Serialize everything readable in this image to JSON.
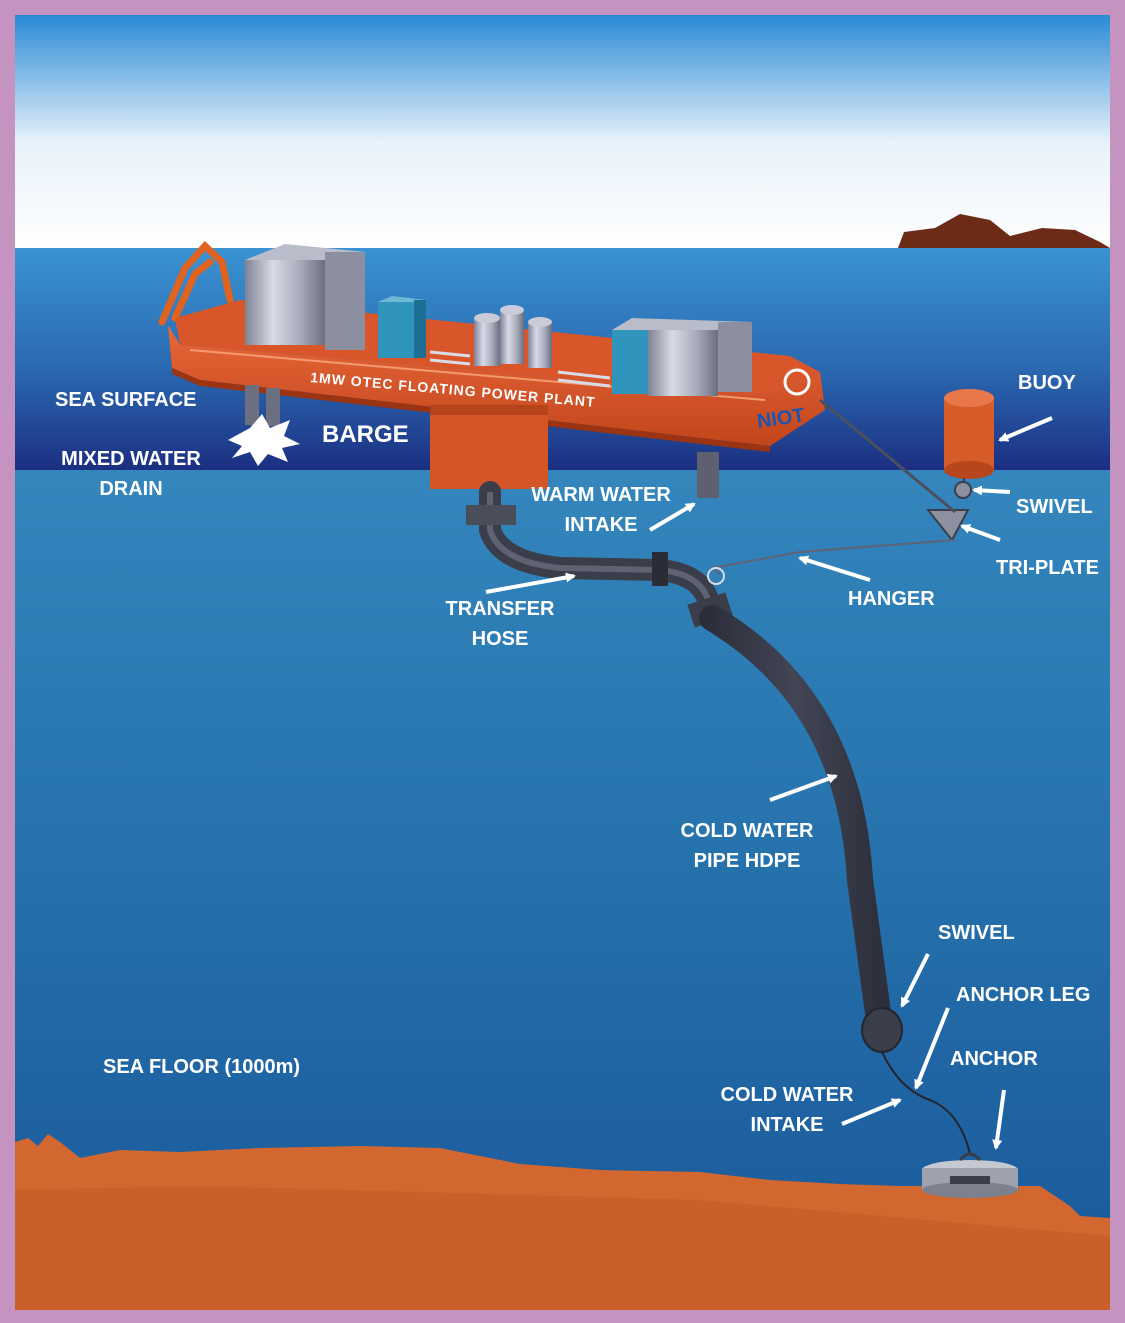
{
  "diagram": {
    "labels": {
      "sea_surface": "SEA SURFACE",
      "mixed_water_drain": [
        "MIXED WATER",
        "DRAIN"
      ],
      "barge": "BARGE",
      "buoy": "BUOY",
      "swivel_top": "SWIVEL",
      "tri_plate": "TRI-PLATE",
      "warm_water_intake": [
        "WARM WATER",
        "INTAKE"
      ],
      "transfer_hose": [
        "TRANSFER",
        "HOSE"
      ],
      "hanger": "HANGER",
      "cold_water_pipe": [
        "COLD WATER",
        "PIPE HDPE"
      ],
      "swivel_bottom": "SWIVEL",
      "anchor_leg": "ANCHOR LEG",
      "anchor": "ANCHOR",
      "cold_water_intake": [
        "COLD WATER",
        "INTAKE"
      ],
      "sea_floor": "SEA FLOOR (1000m)"
    },
    "barge_markings": {
      "hull_text": "1MW OTEC FLOATING POWER PLANT",
      "brand": "NIOT"
    },
    "colors": {
      "frame": "#c493bf",
      "sky_top": "#2a8ad6",
      "sky_bottom": "#ffffff",
      "surface_layer": "#1e3f8e",
      "deep_water": "#1a5d9a",
      "barge_hull": "#d9531e",
      "sea_floor": "#d2672f",
      "land": "#6b2b16",
      "pipe": "#3a3d4a"
    }
  }
}
